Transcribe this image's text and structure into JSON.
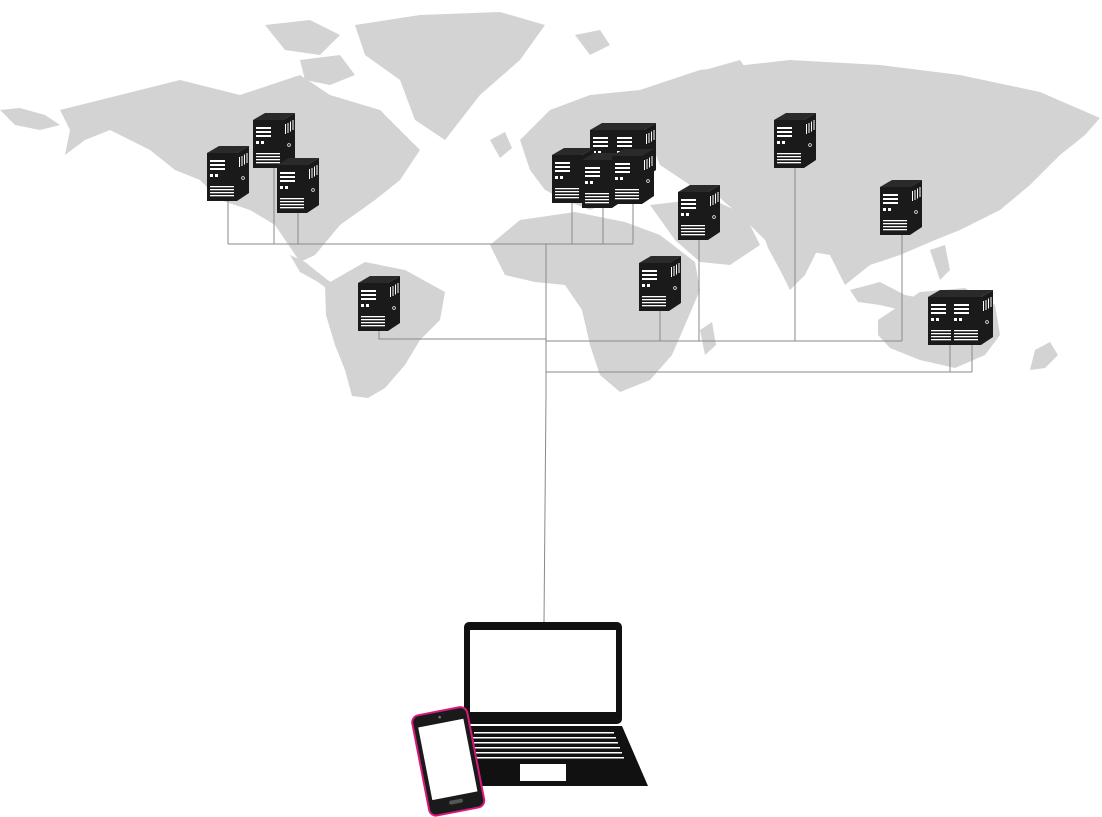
{
  "diagram": {
    "colors": {
      "map": "#d3d3d3",
      "server": "#1a1a1a",
      "server_detail": "#ffffff",
      "connector": "#8a8a8a",
      "laptop": "#111111",
      "phone_body": "#1a1a1a",
      "phone_trim": "#d81b7a"
    },
    "icons": {
      "map": "world-map-icon",
      "server": "server-tower-icon",
      "laptop": "laptop-icon",
      "phone": "smartphone-icon"
    },
    "server_regions": [
      "north-america-west",
      "north-america-north",
      "north-america-east",
      "south-america",
      "europe-west",
      "europe-north-1",
      "europe-north-2",
      "europe-central",
      "europe-east",
      "middle-east",
      "africa-east",
      "russia",
      "east-asia",
      "australia-1",
      "australia-2"
    ]
  }
}
